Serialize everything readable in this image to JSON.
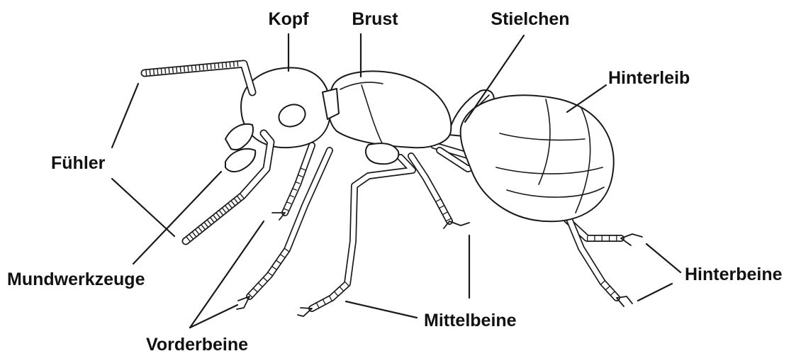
{
  "labels": {
    "kopf": "Kopf",
    "brust": "Brust",
    "stielchen": "Stielchen",
    "hinterleib": "Hinterleib",
    "fuehler": "Fühler",
    "mundwerkzeuge": "Mundwerkzeuge",
    "vorderbeine": "Vorderbeine",
    "mittelbeine": "Mittelbeine",
    "hinterbeine": "Hinterbeine"
  },
  "colors": {
    "line": "#1a1a1a",
    "text": "#111111",
    "background": "#ffffff"
  }
}
